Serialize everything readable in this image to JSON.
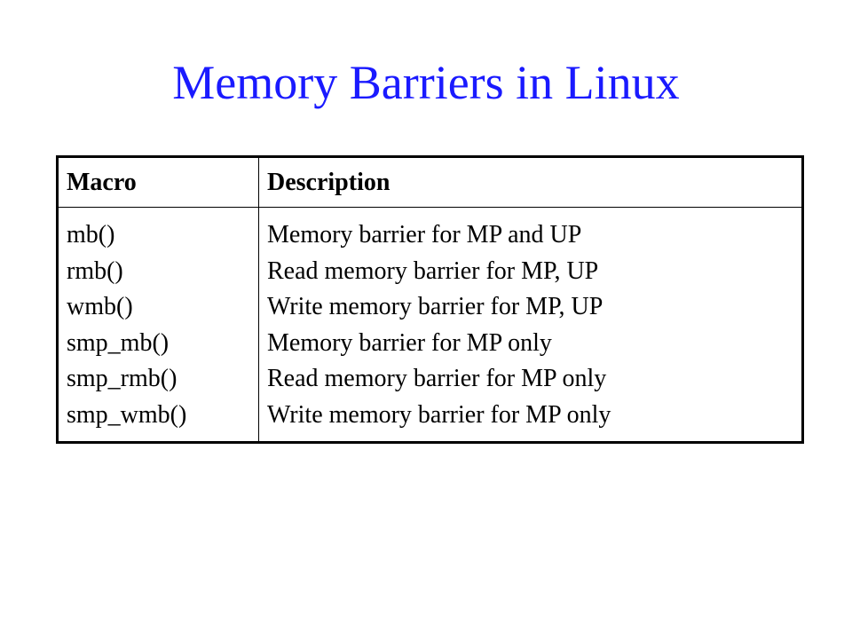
{
  "title": "Memory Barriers in Linux",
  "table": {
    "headers": [
      "Macro",
      "Description"
    ],
    "rows": [
      {
        "macro": "mb()",
        "description": "Memory barrier for MP and UP"
      },
      {
        "macro": "rmb()",
        "description": "Read memory barrier for MP, UP"
      },
      {
        "macro": "wmb()",
        "description": "Write memory barrier for MP, UP"
      },
      {
        "macro": "smp_mb()",
        "description": "Memory barrier for MP only"
      },
      {
        "macro": "smp_rmb()",
        "description": "Read memory barrier for MP only"
      },
      {
        "macro": "smp_wmb()",
        "description": "Write memory barrier for MP only"
      }
    ]
  },
  "colors": {
    "title": "#1a1aff",
    "text": "#000000",
    "background": "#ffffff"
  }
}
